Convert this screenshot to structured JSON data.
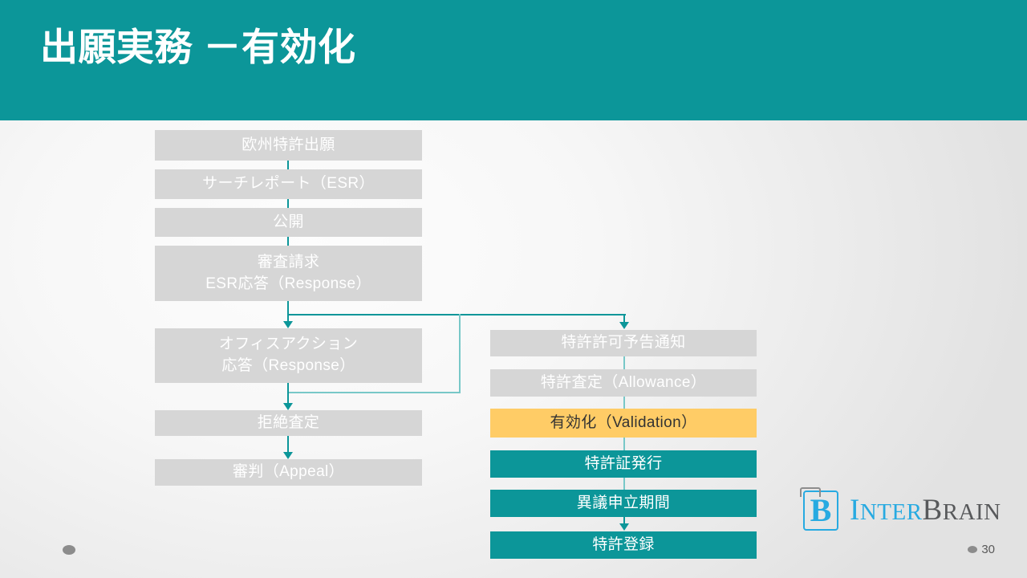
{
  "slide": {
    "title": "出願実務 －有効化",
    "page_number": "30",
    "header_color": "#0C9699",
    "accent_highlight_color": "#FFCC66",
    "node_gray_color": "#D6D6D6",
    "connector_color": "#0C9699"
  },
  "flow": {
    "left_column": [
      {
        "id": "ep-application",
        "lines": [
          "欧州特許出願"
        ],
        "style": "gray"
      },
      {
        "id": "search-report",
        "lines": [
          "サーチレポート（ESR）"
        ],
        "style": "gray"
      },
      {
        "id": "publication",
        "lines": [
          "公開"
        ],
        "style": "gray"
      },
      {
        "id": "exam-request",
        "lines": [
          "審査請求",
          "ESR応答（Response）"
        ],
        "style": "gray"
      },
      {
        "id": "office-action",
        "lines": [
          "オフィスアクション",
          "応答（Response）"
        ],
        "style": "gray"
      },
      {
        "id": "rejection",
        "lines": [
          "拒絶査定"
        ],
        "style": "gray"
      },
      {
        "id": "appeal",
        "lines": [
          "審判（Appeal）"
        ],
        "style": "gray"
      }
    ],
    "right_column": [
      {
        "id": "intent-to-grant",
        "lines": [
          "特許許可予告通知"
        ],
        "style": "gray"
      },
      {
        "id": "allowance",
        "lines": [
          "特許査定（Allowance）"
        ],
        "style": "gray"
      },
      {
        "id": "validation",
        "lines": [
          "有効化（Validation）"
        ],
        "style": "orange"
      },
      {
        "id": "certificate",
        "lines": [
          "特許証発行"
        ],
        "style": "teal"
      },
      {
        "id": "opposition",
        "lines": [
          "異議申立期間"
        ],
        "style": "teal"
      },
      {
        "id": "registration",
        "lines": [
          "特許登録"
        ],
        "style": "teal"
      }
    ]
  },
  "logo": {
    "mark_letter": "B",
    "word_part_1": "I",
    "word_part_1_rest": "NTER",
    "word_part_2": "B",
    "word_part_2_rest": "RAIN"
  }
}
